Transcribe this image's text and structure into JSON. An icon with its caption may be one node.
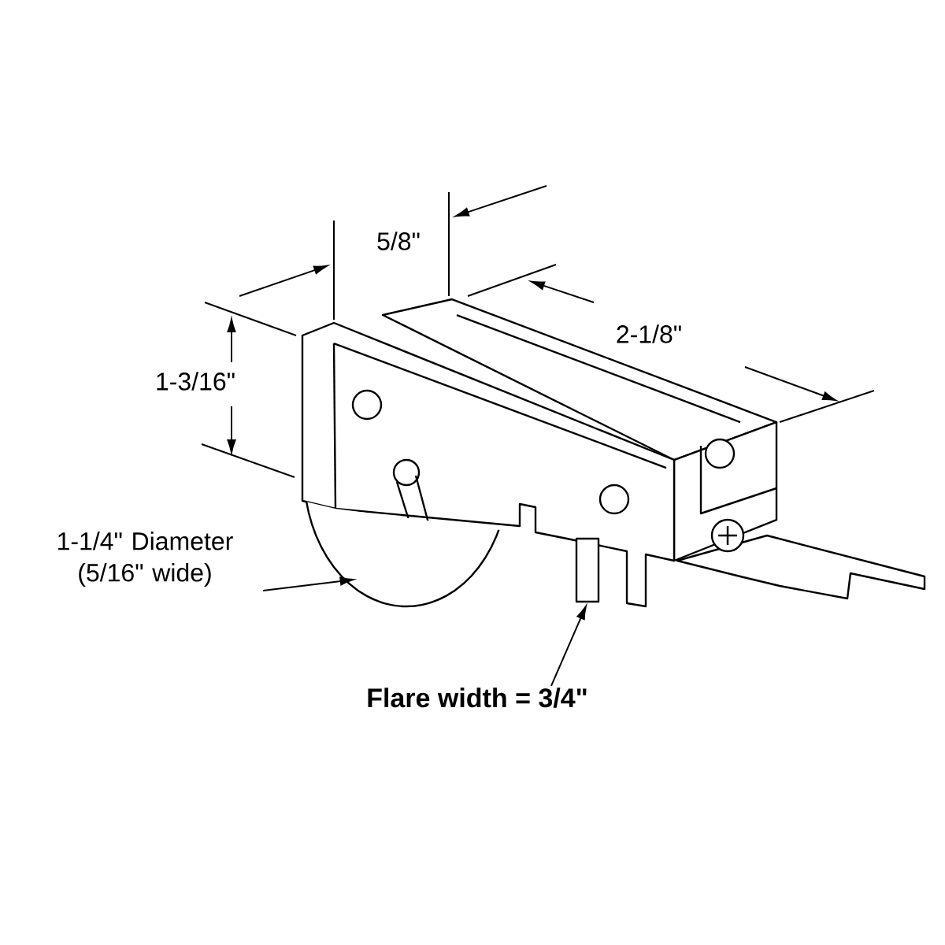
{
  "diagram": {
    "nodes": [
      {
        "text": [
          "1-1/4\" Diameter (5/16\" wide)"
        ]
      },
      {
        "text": [],
        "shape": "circle"
      },
      {
        "text": [
          "Flare width = 3/4\""
        ]
      },
      {
        "text": [],
        "shape": "box"
      }
    ],
    "edges": [
      {
        "from": 0,
        "to": 1,
        "arrow": "to"
      },
      {
        "from": 2,
        "to": 3,
        "arrow": "to"
      }
    ],
    "labels": [
      "5/8\"",
      "2-1/8\"",
      "1-3/16\""
    ]
  }
}
